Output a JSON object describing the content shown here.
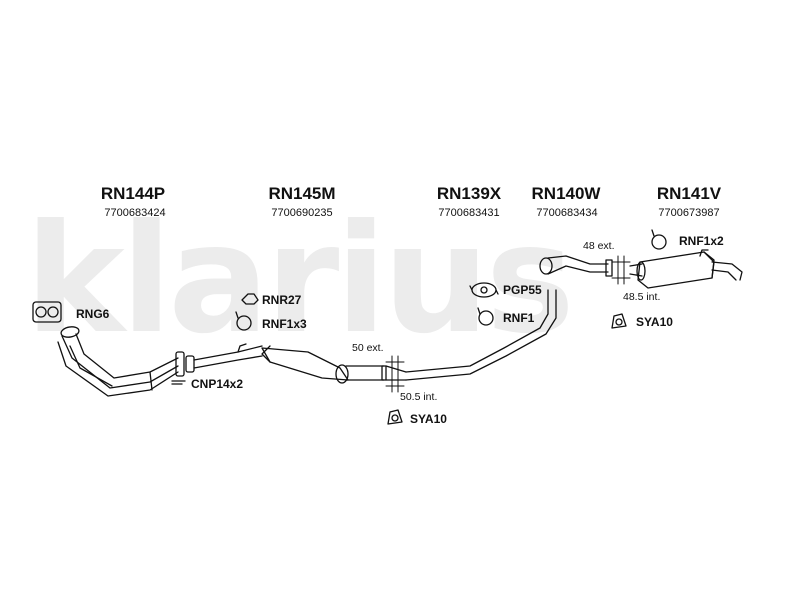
{
  "watermark": "klarius",
  "parts": [
    {
      "code": "RN144P",
      "number": "7700683424"
    },
    {
      "code": "RN145M",
      "number": "7700690235"
    },
    {
      "code": "RN139X",
      "number": "7700683431"
    },
    {
      "code": "RN140W",
      "number": "7700683434"
    },
    {
      "code": "RN141V",
      "number": "7700673987"
    }
  ],
  "fittings": [
    {
      "label": "RNG6",
      "icon": "gasket-icon"
    },
    {
      "label": "RNR27",
      "icon": "rubber-mount-icon"
    },
    {
      "label": "RNF1x3",
      "icon": "clamp-ring-icon"
    },
    {
      "label": "CNP14x2",
      "icon": "bolt-icon"
    },
    {
      "label": "PGP55",
      "icon": "gasket-icon"
    },
    {
      "label": "RNF1",
      "icon": "clamp-ring-icon"
    },
    {
      "label": "RNF1x2",
      "icon": "clamp-ring-icon"
    },
    {
      "label": "SYA10",
      "icon": "hanger-icon"
    },
    {
      "label": "SYA10",
      "icon": "hanger-icon"
    }
  ],
  "dimensions": {
    "joint1_ext": "50 ext.",
    "joint1_int": "50.5 int.",
    "joint2_ext": "48 ext.",
    "joint2_int": "48.5 int."
  },
  "colors": {
    "ink": "#111111",
    "watermark": "#ececec",
    "pipe_fill": "#ffffff"
  }
}
